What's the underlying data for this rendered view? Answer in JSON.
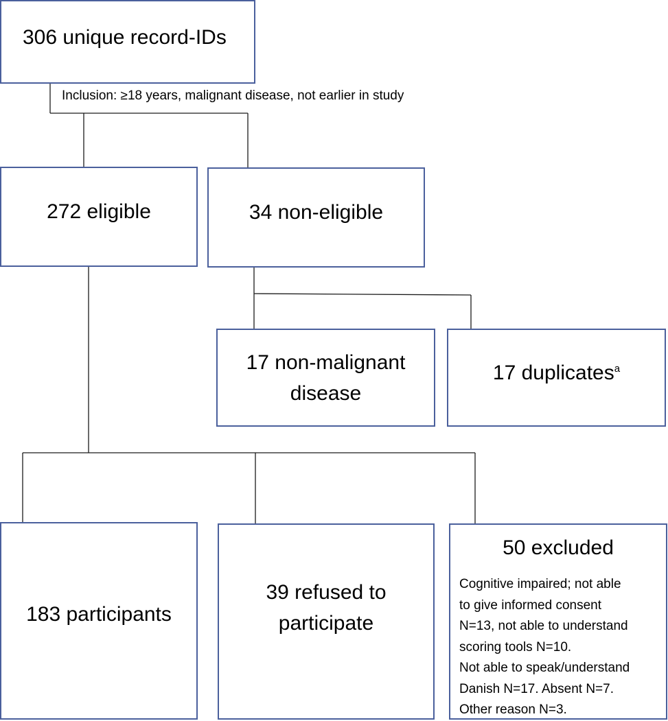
{
  "top": {
    "label": "306 unique record-IDs"
  },
  "inclusion_note": "Inclusion: ≥18 years, malignant disease, not earlier in study",
  "eligible": {
    "label": "272 eligible"
  },
  "non_eligible": {
    "label": "34 non-eligible"
  },
  "non_malignant": {
    "line1": "17 non-malignant",
    "line2": "disease"
  },
  "duplicates": {
    "label": "17 duplicates",
    "superscript": "a"
  },
  "participants": {
    "label": "183 participants"
  },
  "refused": {
    "line1": "39 refused to",
    "line2": "participate"
  },
  "excluded": {
    "title": "50 excluded",
    "lines": [
      "Cognitive impaired; not able",
      "to give informed consent",
      "N=13, not able to understand",
      "scoring tools N=10.",
      "Not able to speak/understand",
      "Danish N=17. Absent N=7.",
      "Other reason N=3."
    ]
  },
  "colors": {
    "box_border": "#4a5f9c",
    "connector": "#1a1a1a"
  }
}
